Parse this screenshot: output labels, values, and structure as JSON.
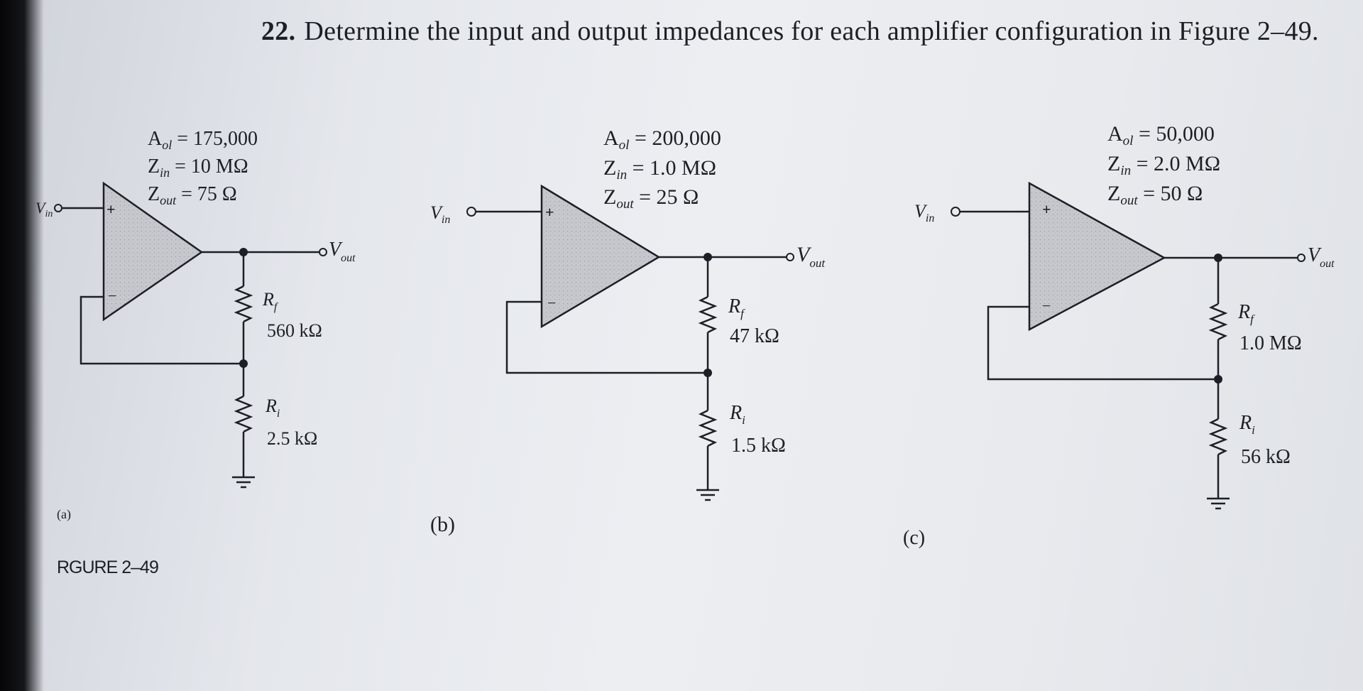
{
  "question": {
    "number": "22.",
    "text": "Determine the input and output impedances for each amplifier configuration in Figure 2–49."
  },
  "figure_label": "RGURE 2–49",
  "circuits": [
    {
      "id": "a",
      "label": "(a)",
      "aol": "A_ol = 175,000",
      "zin": "Z_in = 10 MΩ",
      "zout": "Z_out = 75 Ω",
      "rf_name": "R_f",
      "rf_value": "560 kΩ",
      "ri_name": "R_i",
      "ri_value": "2.5 kΩ",
      "vin": "V_in",
      "vout": "V_out"
    },
    {
      "id": "b",
      "label": "(b)",
      "aol": "A_ol = 200,000",
      "zin": "Z_in = 1.0 MΩ",
      "zout": "Z_out = 25 Ω",
      "rf_name": "R_f",
      "rf_value": "47 kΩ",
      "ri_name": "R_i",
      "ri_value": "1.5 kΩ",
      "vin": "V_in",
      "vout": "V_out"
    },
    {
      "id": "c",
      "label": "(c)",
      "aol": "A_ol = 50,000",
      "zin": "Z_in = 2.0 MΩ",
      "zout": "Z_out = 50 Ω",
      "rf_name": "R_f",
      "rf_value": "1.0 MΩ",
      "ri_name": "R_i",
      "ri_value": "56 kΩ",
      "vin": "V_in",
      "vout": "V_out"
    }
  ],
  "symbols": {
    "plus": "+",
    "minus": "−"
  },
  "colors": {
    "ink": "#1d1f26",
    "opamp_fill": "#c4c6cc"
  }
}
